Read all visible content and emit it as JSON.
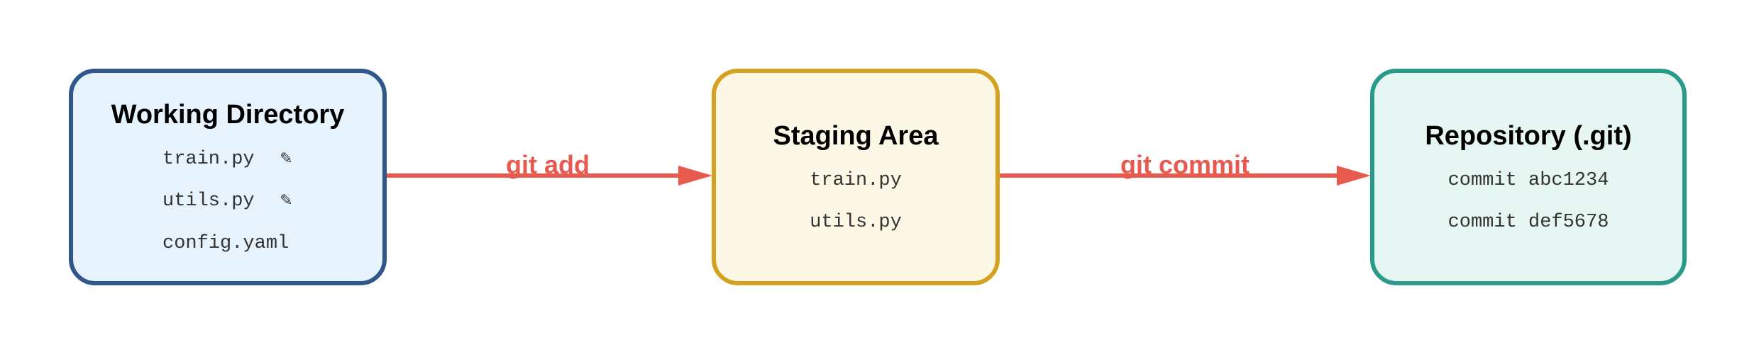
{
  "nodes": {
    "working_directory": {
      "title": "Working Directory",
      "files": [
        "train.py",
        "utils.py",
        "config.yaml"
      ],
      "modified_marker": "✎",
      "fill": "#e7f3fc",
      "stroke": "#2f5789"
    },
    "staging_area": {
      "title": "Staging Area",
      "files": [
        "train.py",
        "utils.py"
      ],
      "fill": "#fdf8e6",
      "stroke": "#d4a120"
    },
    "repository": {
      "title": "Repository (.git)",
      "commits": [
        "commit abc1234",
        "commit def5678"
      ],
      "fill": "#e6f6f2",
      "stroke": "#2a9a8a"
    }
  },
  "edges": {
    "add": {
      "label": "git add"
    },
    "commit": {
      "label": "git commit"
    }
  },
  "colors": {
    "arrow": "#e85a4f"
  }
}
